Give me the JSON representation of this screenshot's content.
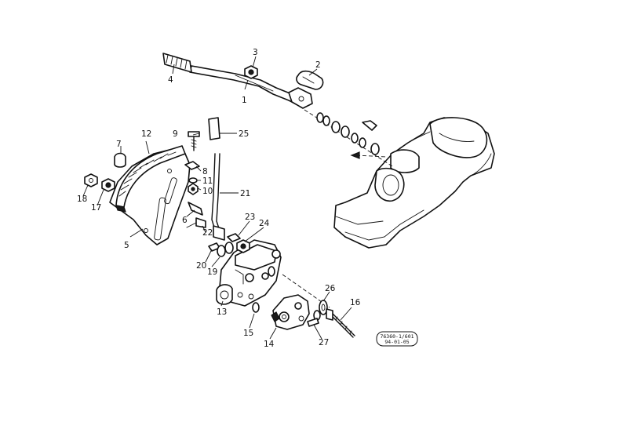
{
  "diagram": {
    "callouts": [
      {
        "id": "c1",
        "label": "1"
      },
      {
        "id": "c2",
        "label": "2"
      },
      {
        "id": "c3",
        "label": "3"
      },
      {
        "id": "c4",
        "label": "4"
      },
      {
        "id": "c5",
        "label": "5"
      },
      {
        "id": "c6",
        "label": "6"
      },
      {
        "id": "c7",
        "label": "7"
      },
      {
        "id": "c8",
        "label": "8"
      },
      {
        "id": "c9",
        "label": "9"
      },
      {
        "id": "c10",
        "label": "10"
      },
      {
        "id": "c11",
        "label": "11"
      },
      {
        "id": "c12",
        "label": "12"
      },
      {
        "id": "c13",
        "label": "13"
      },
      {
        "id": "c14",
        "label": "14"
      },
      {
        "id": "c15",
        "label": "15"
      },
      {
        "id": "c16",
        "label": "16"
      },
      {
        "id": "c17",
        "label": "17"
      },
      {
        "id": "c18",
        "label": "18"
      },
      {
        "id": "c19",
        "label": "19"
      },
      {
        "id": "c20",
        "label": "20"
      },
      {
        "id": "c21",
        "label": "21"
      },
      {
        "id": "c22",
        "label": "22"
      },
      {
        "id": "c23",
        "label": "23"
      },
      {
        "id": "c24",
        "label": "24"
      },
      {
        "id": "c25",
        "label": "25"
      },
      {
        "id": "c26",
        "label": "26"
      },
      {
        "id": "c27",
        "label": "27"
      }
    ],
    "stamp": {
      "line1": "76360-1/601",
      "line2": "94-01-05"
    }
  }
}
